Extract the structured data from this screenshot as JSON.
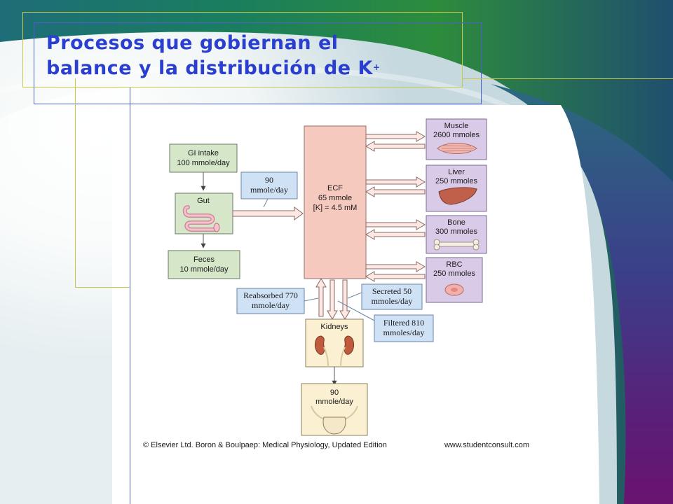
{
  "slide": {
    "title_line1": "Procesos que gobiernan el",
    "title_line2": "balance y la distribución de K",
    "title_sup": "+"
  },
  "diagram": {
    "gi_intake": [
      "GI intake",
      "100 mmole/day"
    ],
    "gut": "Gut",
    "gut_absorb": [
      "90",
      "mmole/day"
    ],
    "feces": [
      "Feces",
      "10 mmole/day"
    ],
    "ecf": [
      "ECF",
      "65 mmole",
      "[K] = 4.5 mM"
    ],
    "muscle": [
      "Muscle",
      "2600 mmoles"
    ],
    "liver": [
      "Liver",
      "250  mmoles"
    ],
    "bone": [
      "Bone",
      "300 mmoles"
    ],
    "rbc": [
      "RBC",
      "250 mmoles"
    ],
    "reabsorbed": [
      "Reabsorbed 770",
      "mmole/day"
    ],
    "secreted": [
      "Secreted 50",
      "mmoles/day"
    ],
    "filtered": [
      "Filtered 810",
      "mmoles/day"
    ],
    "kidneys": "Kidneys",
    "urine": [
      "90",
      "mmole/day"
    ],
    "copyright": "© Elsevier Ltd. Boron & Boulpaep: Medical Physiology, Updated Edition",
    "website": "www.studentconsult.com"
  },
  "colors": {
    "title": "#2a3fd0",
    "ecf_fill": "#f6c9bf",
    "gut_fill": "#d5e6c9",
    "tissue_fill": "#d9cbe8",
    "label_fill": "#cfe1f4",
    "kidney_fill": "#fbf0d2"
  }
}
